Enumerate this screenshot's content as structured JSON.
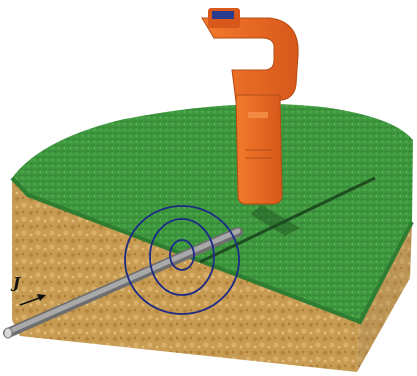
{
  "diagram": {
    "current_symbol": "J",
    "colors": {
      "grass": "#3f9a3f",
      "grass_dark": "#2f7d31",
      "soil": "#c79b52",
      "soil_dark": "#a87b36",
      "locator": "#ec6c1f",
      "locator_dark": "#c9531a",
      "pipe": "#8f8f8f",
      "field_lines": "#1d2a86"
    },
    "icons": [
      "cable-locator-device",
      "buried-pipe",
      "magnetic-field-rings",
      "current-arrow"
    ]
  }
}
